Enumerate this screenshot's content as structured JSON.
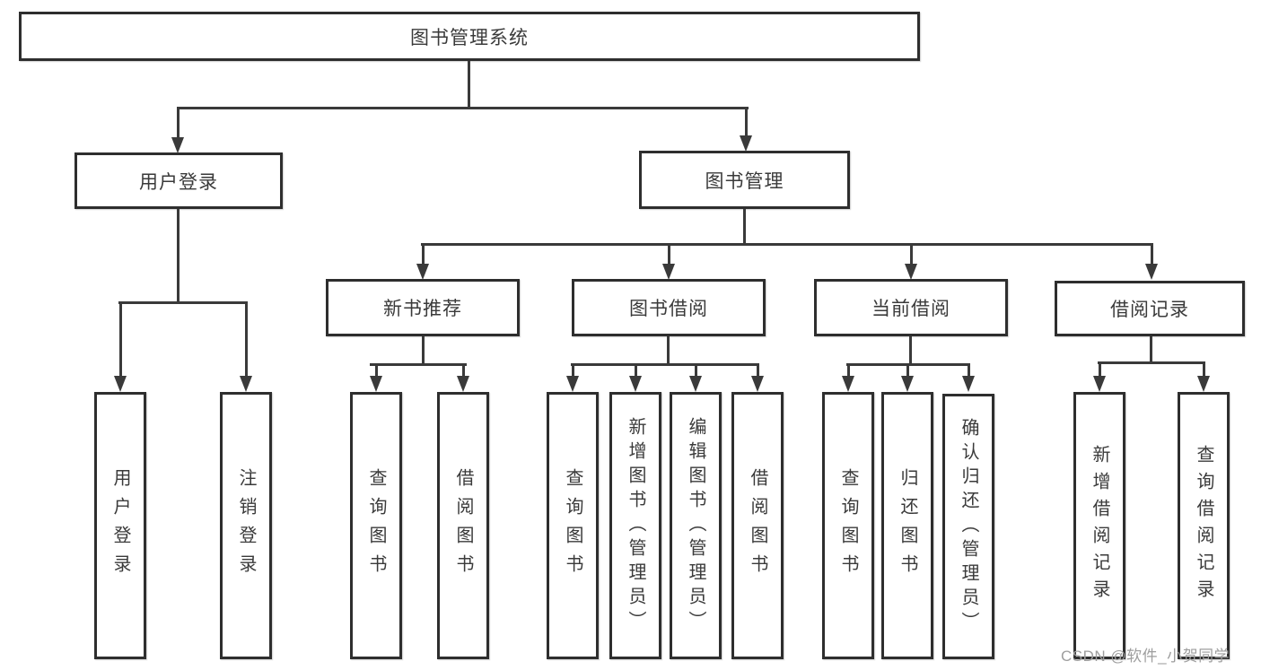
{
  "tree": {
    "label": "图书管理系统",
    "children": [
      {
        "label": "用户登录",
        "children": [
          {
            "label": "用户登录"
          },
          {
            "label": "注销登录"
          }
        ]
      },
      {
        "label": "图书管理",
        "children": [
          {
            "label": "新书推荐",
            "children": [
              {
                "label": "查询图书"
              },
              {
                "label": "借阅图书"
              }
            ]
          },
          {
            "label": "图书借阅",
            "children": [
              {
                "label": "查询图书"
              },
              {
                "label": "新增图书（管理员）"
              },
              {
                "label": "编辑图书（管理员）"
              },
              {
                "label": "借阅图书"
              }
            ]
          },
          {
            "label": "当前借阅",
            "children": [
              {
                "label": "查询图书"
              },
              {
                "label": "归还图书"
              },
              {
                "label": "确认归还（管理员）"
              }
            ]
          },
          {
            "label": "借阅记录",
            "children": [
              {
                "label": "新增借阅记录"
              },
              {
                "label": "查询借阅记录"
              }
            ]
          }
        ]
      }
    ]
  },
  "watermark": {
    "text": "CSDN @软件_小贺同学"
  },
  "colors": {
    "line": "#3a3a3a",
    "border": "#2e2e2e",
    "text": "#3a3a3a",
    "watermark": "#9e9e9e",
    "background": "#ffffff"
  }
}
